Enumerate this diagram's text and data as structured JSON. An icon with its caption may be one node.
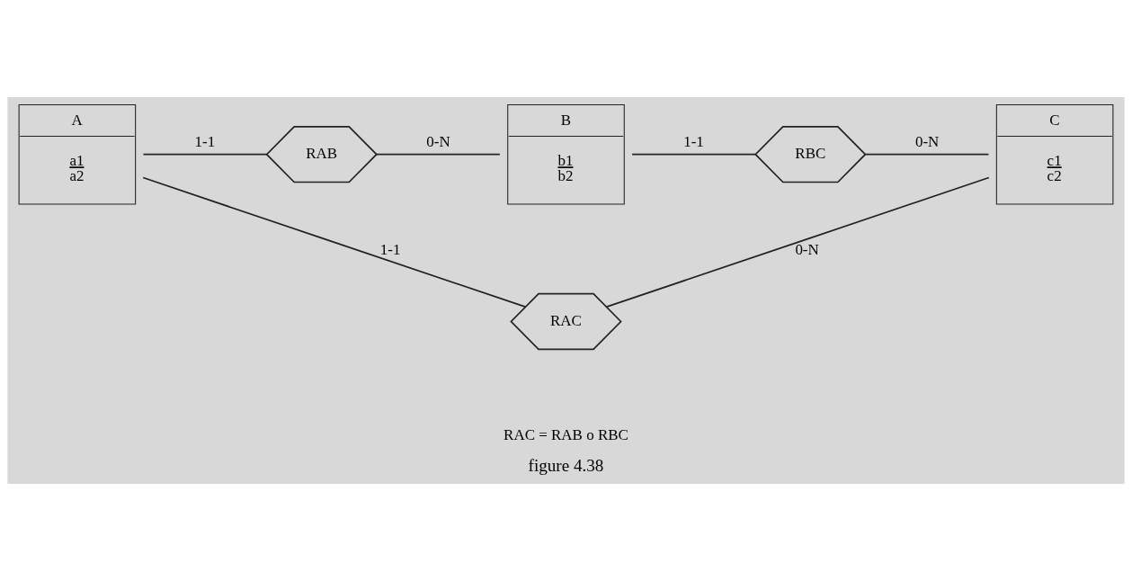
{
  "diagram": {
    "caption": "figure 4.38",
    "nodes": [
      {
        "text": [
          "A",
          "a1",
          "a2"
        ]
      },
      {
        "text": [
          "RAB"
        ]
      },
      {
        "text": [
          "B",
          "b1",
          "b2"
        ]
      },
      {
        "text": [
          "RBC"
        ]
      },
      {
        "text": [
          "C",
          "c1",
          "c2"
        ]
      },
      {
        "text": [
          "RAC"
        ]
      }
    ],
    "edges": [
      {
        "from": 0,
        "to": 1,
        "arrow": "none",
        "label": "1-1"
      },
      {
        "from": 1,
        "to": 2,
        "arrow": "none",
        "label": "0-N"
      },
      {
        "from": 2,
        "to": 3,
        "arrow": "none",
        "label": "1-1"
      },
      {
        "from": 3,
        "to": 4,
        "arrow": "none",
        "label": "0-N"
      },
      {
        "from": 0,
        "to": 5,
        "arrow": "none",
        "label": "1-1"
      },
      {
        "from": 5,
        "to": 4,
        "arrow": "none",
        "label": "0-N"
      }
    ],
    "labels": [
      "RAC = RAB o RBC"
    ]
  }
}
